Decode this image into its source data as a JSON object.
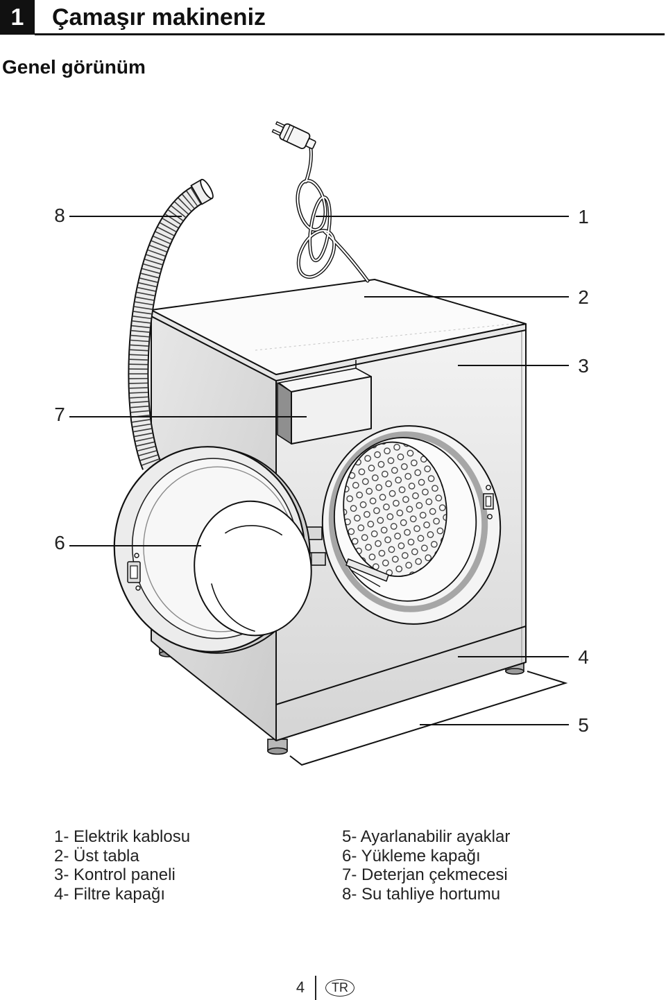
{
  "header": {
    "chapter_number": "1",
    "chapter_title": "Çamaşır makineniz"
  },
  "section_title": "Genel görünüm",
  "diagram": {
    "callouts": [
      "1",
      "2",
      "3",
      "4",
      "5",
      "6",
      "7",
      "8"
    ]
  },
  "legend": {
    "left": [
      "1- Elektrik kablosu",
      "2- Üst tabla",
      "3- Kontrol paneli",
      "4- Filtre kapağı"
    ],
    "right": [
      "5- Ayarlanabilir ayaklar",
      "6- Yükleme kapağı",
      "7- Deterjan çekmecesi",
      "8- Su tahliye hortumu"
    ]
  },
  "footer": {
    "page_number": "4",
    "language_code": "TR"
  }
}
